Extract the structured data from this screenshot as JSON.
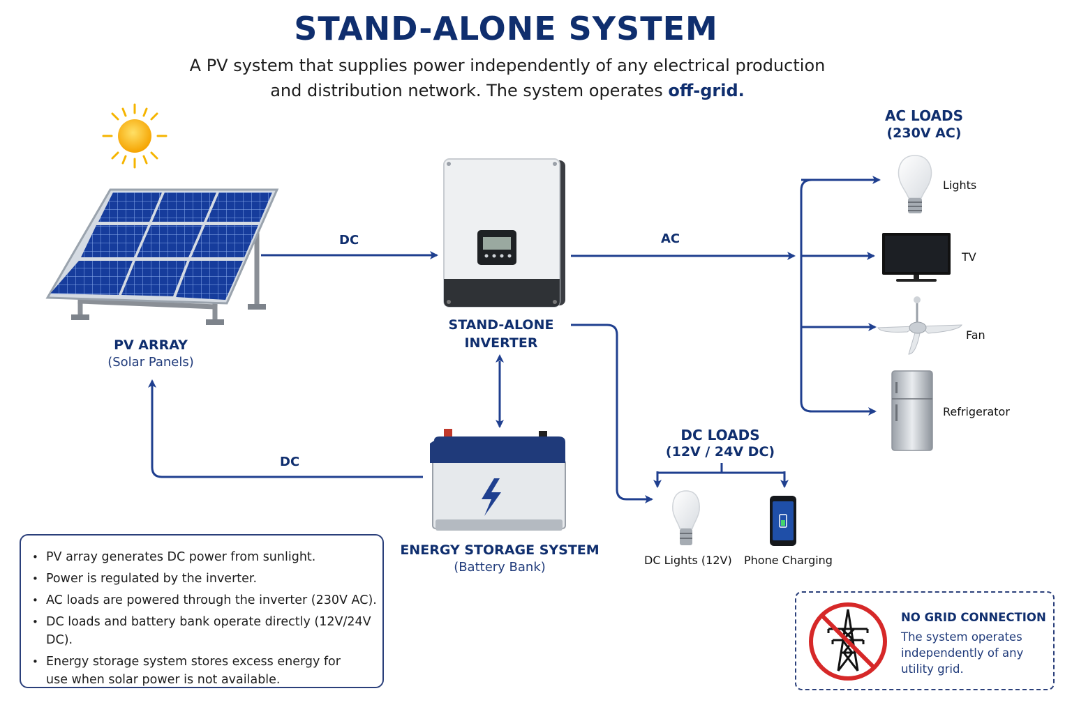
{
  "title": "STAND-ALONE SYSTEM",
  "subtitle_line1": "A PV system that supplies power independently of any electrical production",
  "subtitle_line2": "and distribution network. The system operates ",
  "subtitle_emph": "off-grid.",
  "pv": {
    "label": "PV ARRAY",
    "sub": "(Solar Panels)"
  },
  "inverter": {
    "label1": "STAND-ALONE",
    "label2": "INVERTER"
  },
  "battery": {
    "label": "ENERGY STORAGE SYSTEM",
    "sub": "(Battery Bank)"
  },
  "flows": {
    "pv_to_inverter": "DC",
    "inverter_to_ac": "AC",
    "battery_to_pv": "DC"
  },
  "ac_loads": {
    "title": "AC LOADS",
    "sub": "(230V AC)",
    "items": [
      "Lights",
      "TV",
      "Fan",
      "Refrigerator"
    ]
  },
  "dc_loads": {
    "title": "DC LOADS",
    "sub": "(12V / 24V DC)",
    "items": [
      "DC Lights (12V)",
      "Phone Charging"
    ]
  },
  "notes": [
    "PV array generates DC power from sunlight.",
    "Power is regulated by the inverter.",
    "AC loads are powered through the inverter (230V AC).",
    "DC loads and battery bank operate directly (12V/24V DC).",
    "Energy storage system stores excess energy for use when solar power is not available."
  ],
  "no_grid": {
    "title": "NO GRID CONNECTION",
    "text": "The system operates independently of any utility grid."
  },
  "colors": {
    "accent": "#0f2e6e",
    "arrow": "#1f3f8f",
    "prohibit": "#d62828"
  },
  "icons": [
    "sun-icon",
    "solar-panel-icon",
    "inverter-icon",
    "battery-icon",
    "bulb-icon",
    "tv-icon",
    "ceiling-fan-icon",
    "refrigerator-icon",
    "smartphone-icon",
    "no-grid-icon"
  ]
}
